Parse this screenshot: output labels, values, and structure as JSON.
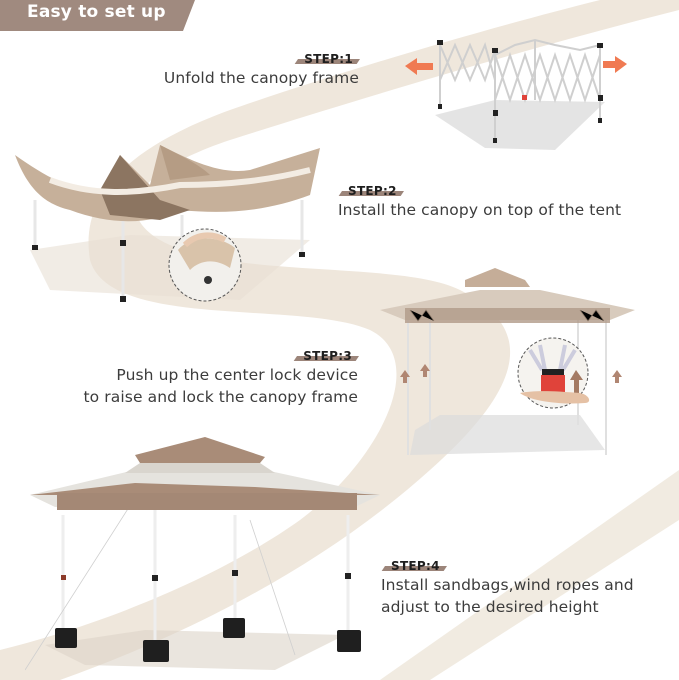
{
  "header": {
    "title": "Easy to set up",
    "color": "#a08a7f"
  },
  "colors": {
    "swoosh": "#efe7dc",
    "label_bar": "#9c857a",
    "canopy_brown": "#a98c78",
    "canopy_light": "#e6e4df",
    "arrow_orange": "#f07a52",
    "lock_red": "#e0433a"
  },
  "steps": [
    {
      "label": "STEP:1",
      "lines": [
        "Unfold the canopy frame"
      ]
    },
    {
      "label": "STEP:2",
      "lines": [
        "Install the canopy on top of the tent"
      ]
    },
    {
      "label": "STEP:3",
      "lines": [
        "Push up the center lock device",
        "to raise and lock the canopy frame"
      ]
    },
    {
      "label": "STEP:4",
      "lines": [
        "Install sandbags,wind ropes and",
        "adjust to the desired height"
      ]
    }
  ],
  "illustrations": [
    {
      "name": "frame-unfolding",
      "icons": [
        "arrow-left-icon",
        "arrow-right-icon"
      ]
    },
    {
      "name": "canopy-installing",
      "inset": "hand-attaching-canopy-corner"
    },
    {
      "name": "canopy-raising",
      "inset": "hand-pushing-center-lock",
      "icons": [
        "arrow-up-icon"
      ]
    },
    {
      "name": "canopy-complete",
      "accessories": [
        "sandbag",
        "sandbag",
        "sandbag",
        "sandbag",
        "wind-rope"
      ]
    }
  ]
}
